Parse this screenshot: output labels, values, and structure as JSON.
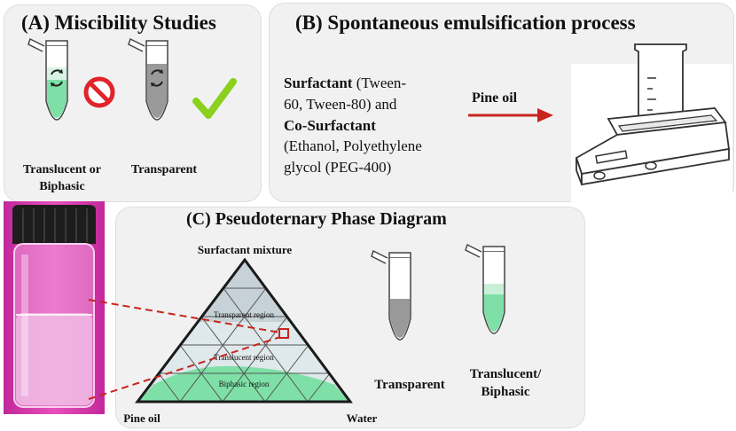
{
  "panel_a": {
    "title": "(A) Miscibility Studies",
    "label_left_line1": "Translucent or",
    "label_left_line2": "Biphasic",
    "label_right": "Transparent"
  },
  "panel_b": {
    "title": "(B) Spontaneous emulsification process",
    "line1_bold": "Surfactant",
    "line1_rest": " (Tween-",
    "line2": "60, Tween-80) and",
    "line3_bold": "Co-Surfactant",
    "line4": "(Ethanol,  Polyethylene",
    "line5": "glycol (PEG-400)",
    "arrow_label": "Pine oil"
  },
  "panel_c": {
    "title": "(C) Pseudoternary Phase Diagram",
    "apex_top": "Surfactant mixture",
    "apex_left": "Pine oil",
    "apex_right": "Water",
    "region_transparent": "Transparent region",
    "region_translucent": "Translucent region",
    "region_biphasic": "Biphasic region",
    "tube_label_transparent": "Transparent",
    "tube_label_translucent_line1": "Translucent/",
    "tube_label_translucent_line2": "Biphasic"
  },
  "colors": {
    "panel_bg": "#f1f1f1",
    "green_liquid": "#7ee0a6",
    "grey_liquid": "#9a9a9a",
    "no_sign_red": "#e0242a",
    "check_green": "#8ad01c",
    "arrow_red": "#c8241d",
    "vial_magenta": "#e23fb3",
    "grid_fill": "#c6d2d7"
  }
}
